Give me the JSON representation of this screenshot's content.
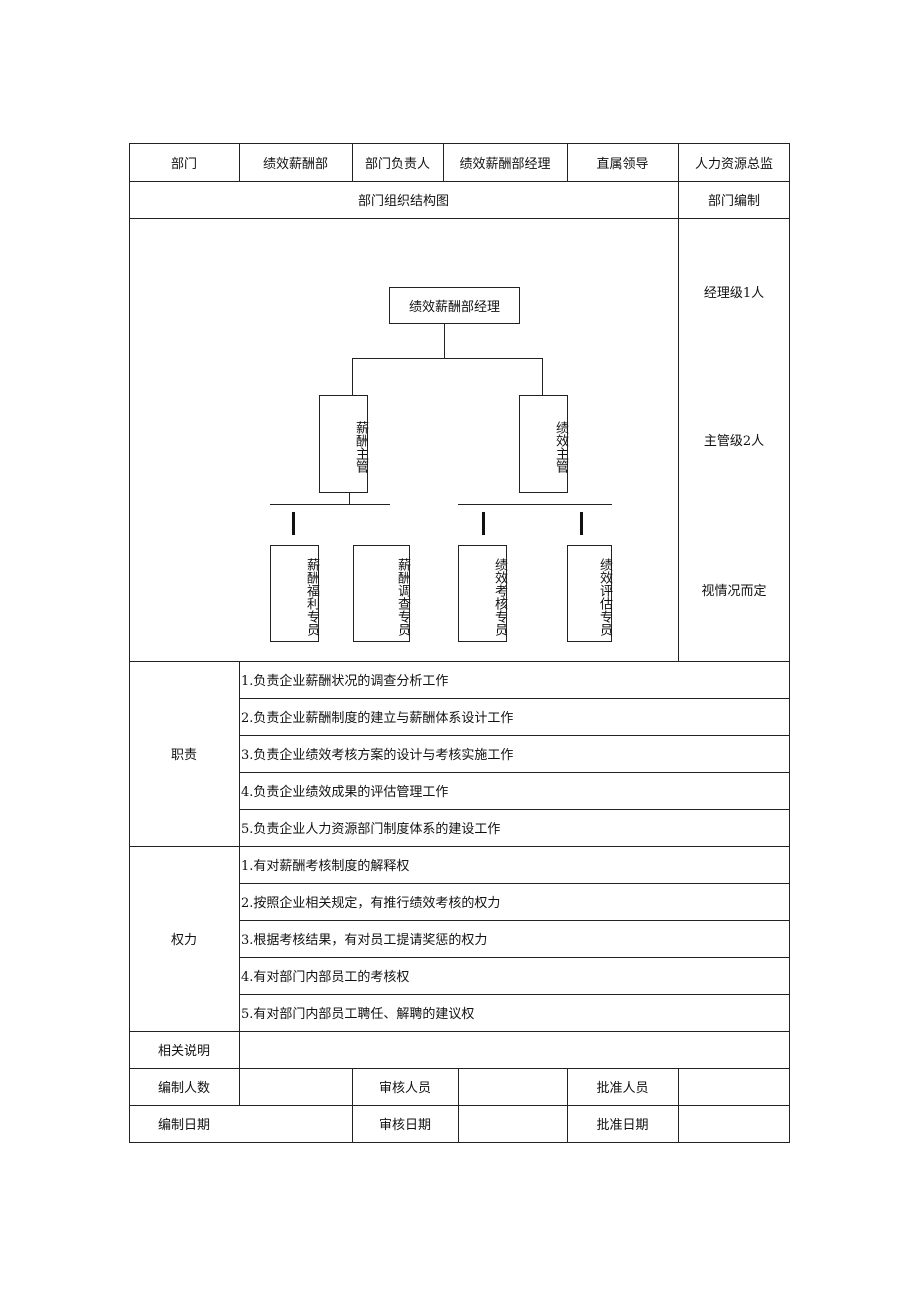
{
  "header": {
    "dept_label": "部门",
    "dept_value": "绩效薪酬部",
    "head_label": "部门负责人",
    "head_value": "绩效薪酬部经理",
    "supervisor_label": "直属领导",
    "supervisor_value": "人力资源总监"
  },
  "structure": {
    "title": "部门组织结构图",
    "staffing_title": "部门编制"
  },
  "org_chart": {
    "top": "绩效薪酬部经理",
    "managers": [
      "薪酬主管",
      "绩效主管"
    ],
    "specialists": [
      "薪酬福利专员",
      "薪酬调查专员",
      "绩效考核专员",
      "绩效评估专员"
    ]
  },
  "staffing": {
    "manager_level": "经理级1人",
    "supervisor_level": "主管级2人",
    "specialist_level": "视情况而定"
  },
  "duties": {
    "label": "职责",
    "items": [
      "1.负责企业薪酬状况的调查分析工作",
      "2.负责企业薪酬制度的建立与薪酬体系设计工作",
      "3.负责企业绩效考核方案的设计与考核实施工作",
      "4.负责企业绩效成果的评估管理工作",
      "5.负责企业人力资源部门制度体系的建设工作"
    ]
  },
  "powers": {
    "label": "权力",
    "items": [
      "1.有对薪酬考核制度的解释权",
      "2.按照企业相关规定，有推行绩效考核的权力",
      "3.根据考核结果，有对员工提请奖惩的权力",
      "4.有对部门内部员工的考核权",
      "5.有对部门内部员工聘任、解聘的建议权"
    ]
  },
  "notes": {
    "label": "相关说明",
    "value": ""
  },
  "signoff": {
    "prepared_by_label": "编制人数",
    "reviewer_label": "审核人员",
    "approver_label": "批准人员",
    "prepared_date_label": "编制日期",
    "review_date_label": "审核日期",
    "approve_date_label": "批准日期"
  }
}
